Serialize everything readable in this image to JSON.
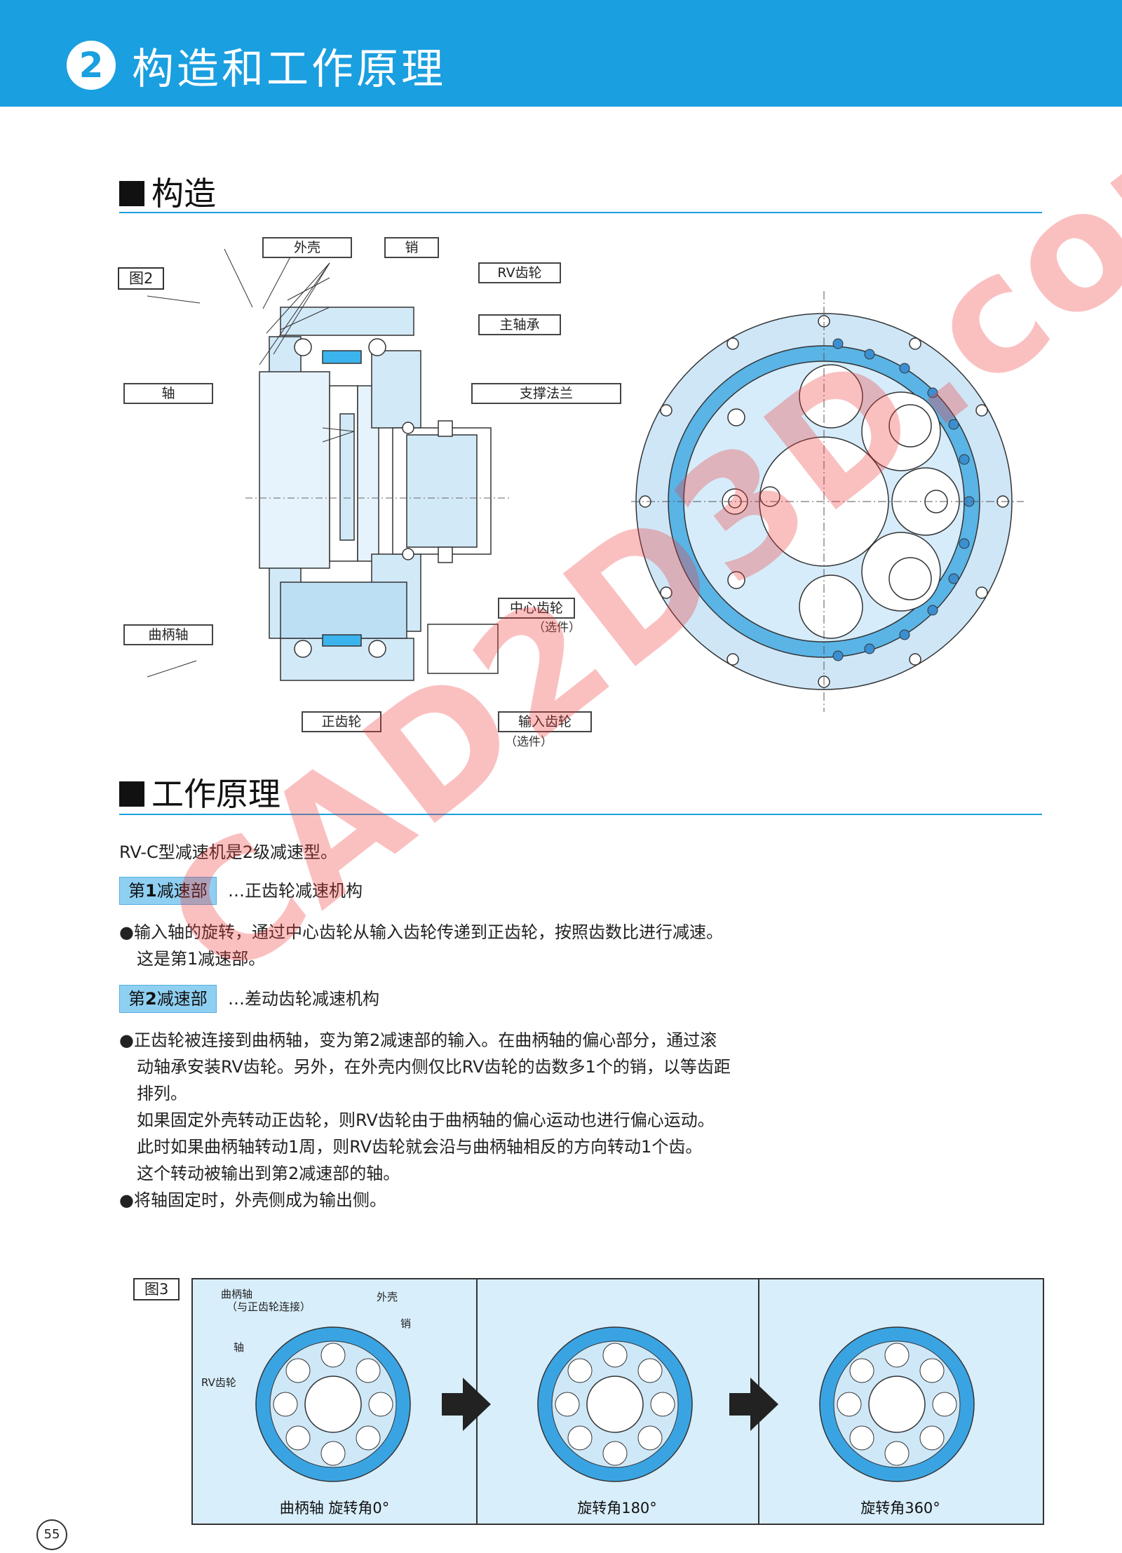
{
  "header": {
    "number": "2",
    "title": "构造和工作原理"
  },
  "structure": {
    "heading": "构造",
    "figure_label": "图2",
    "callouts": {
      "housing": "外壳",
      "pin": "销",
      "rv_gear": "RV齿轮",
      "main_bearing": "主轴承",
      "shaft": "轴",
      "support_flange": "支撑法兰",
      "crankshaft": "曲柄轴",
      "center_gear": "中心齿轮",
      "center_gear_note": "（选件）",
      "spur_gear": "正齿轮",
      "input_gear": "输入齿轮",
      "input_gear_note": "（选件）"
    }
  },
  "principle": {
    "heading": "工作原理",
    "intro": "RV-C型减速机是2级减速型。",
    "stage1": {
      "label_prefix": "第",
      "label_num": "1",
      "label_suffix": "减速部",
      "desc": "…正齿轮减速机构"
    },
    "stage1_bullet": "●输入轴的旋转，通过中心齿轮从输入齿轮传递到正齿轮，按照齿数比进行减速。",
    "stage1_cont": "这是第1减速部。",
    "stage2": {
      "label_prefix": "第",
      "label_num": "2",
      "label_suffix": "减速部",
      "desc": "…差动齿轮减速机构"
    },
    "stage2_bullet": "●正齿轮被连接到曲柄轴，变为第2减速部的输入。在曲柄轴的偏心部分，通过滚",
    "stage2_lines": [
      "动轴承安装RV齿轮。另外，在外壳内侧仅比RV齿轮的齿数多1个的销，以等齿距",
      "排列。",
      "如果固定外壳转动正齿轮，则RV齿轮由于曲柄轴的偏心运动也进行偏心运动。",
      "此时如果曲柄轴转动1周，则RV齿轮就会沿与曲柄轴相反的方向转动1个齿。",
      "这个转动被输出到第2减速部的轴。"
    ],
    "last_bullet": "●将轴固定时，外壳侧成为输出侧。"
  },
  "figure3": {
    "label": "图3",
    "labels": {
      "crankshaft": "曲柄轴",
      "crankshaft_note": "（与正齿轮连接）",
      "housing": "外壳",
      "pin": "销",
      "shaft": "轴",
      "rv_gear": "RV齿轮"
    },
    "captions": [
      "曲柄轴 旋转角0°",
      "旋转角180°",
      "旋转角360°"
    ]
  },
  "page_number": "55",
  "watermark": "CAD2D3D.com",
  "colors": {
    "accent": "#1a9fe0",
    "light_blue": "#cfe8f8",
    "mid_blue": "#5ab4e6",
    "watermark": "#f03c3c"
  }
}
